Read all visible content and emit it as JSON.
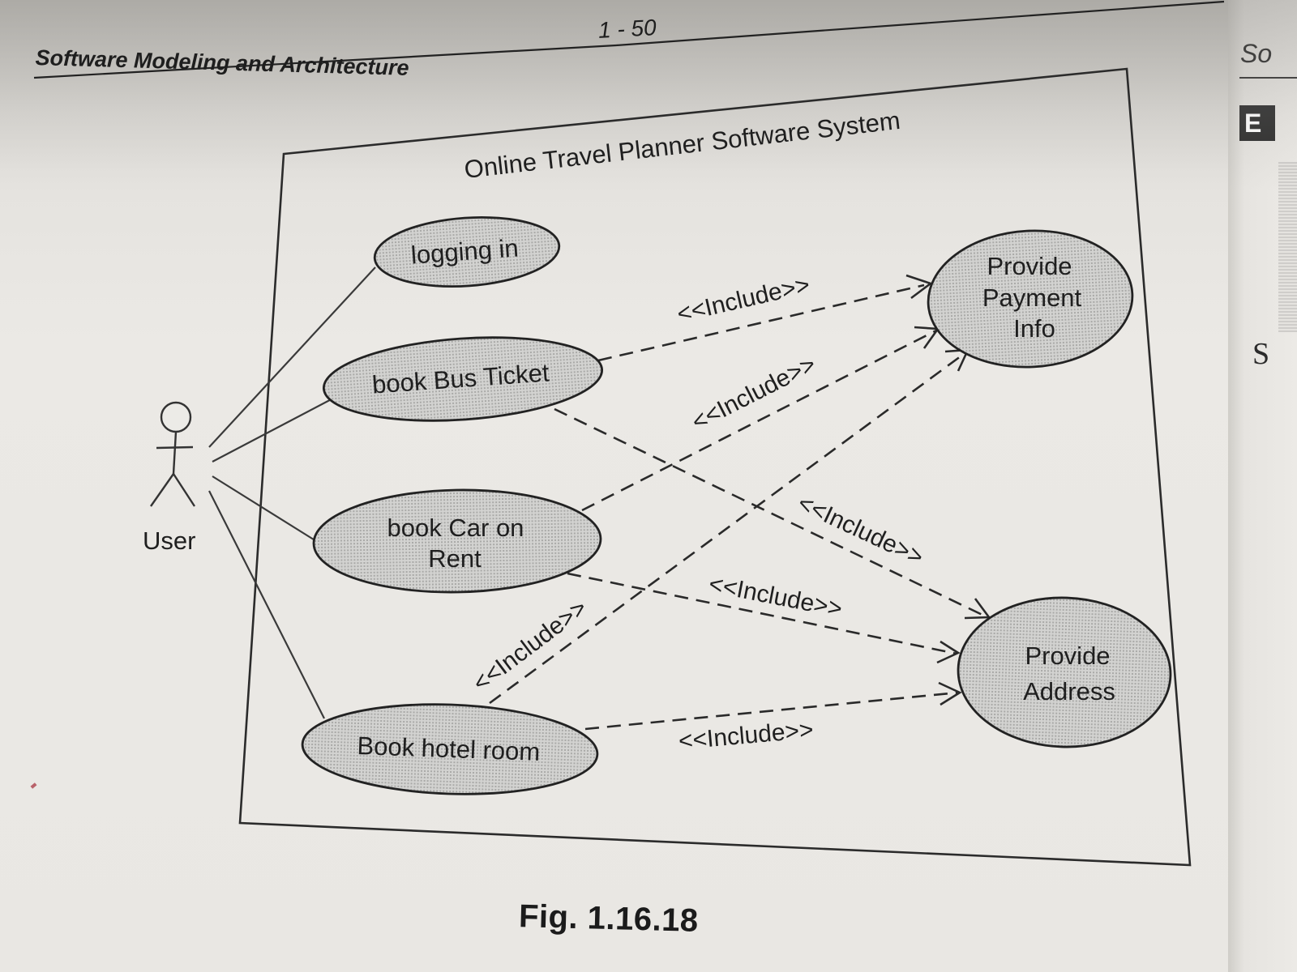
{
  "page": {
    "running_header": "Software Modeling and Architecture",
    "page_number": "1 - 50",
    "caption": "Fig. 1.16.18"
  },
  "next_page": {
    "header_fragment": "So",
    "badge_letter": "E",
    "side_letter": "S"
  },
  "diagram": {
    "system_title": "Online Travel Planner Software System",
    "actor": {
      "label": "User"
    },
    "use_cases": {
      "logging_in": "logging in",
      "book_bus_ticket": "book Bus Ticket",
      "book_car_line1": "book Car on",
      "book_car_line2": "Rent",
      "book_hotel_room": "Book hotel room",
      "payment_line1": "Provide",
      "payment_line2": "Payment",
      "payment_line3": "Info",
      "address_line1": "Provide",
      "address_line2": "Address"
    },
    "include_label": "<<Include>>",
    "relationships": [
      {
        "from": "book Bus Ticket",
        "to": "Provide Payment Info",
        "type": "<<Include>>"
      },
      {
        "from": "book Car on Rent",
        "to": "Provide Payment Info",
        "type": "<<Include>>"
      },
      {
        "from": "Book hotel room",
        "to": "Provide Payment Info",
        "type": "<<Include>>"
      },
      {
        "from": "book Bus Ticket",
        "to": "Provide Address",
        "type": "<<Include>>"
      },
      {
        "from": "book Car on Rent",
        "to": "Provide Address",
        "type": "<<Include>>"
      },
      {
        "from": "Book hotel room",
        "to": "Provide Address",
        "type": "<<Include>>"
      }
    ],
    "colors": {
      "usecase_fill": "#c9c9c7",
      "line": "#2a2a2a",
      "paper": "#e9e7e3"
    }
  }
}
